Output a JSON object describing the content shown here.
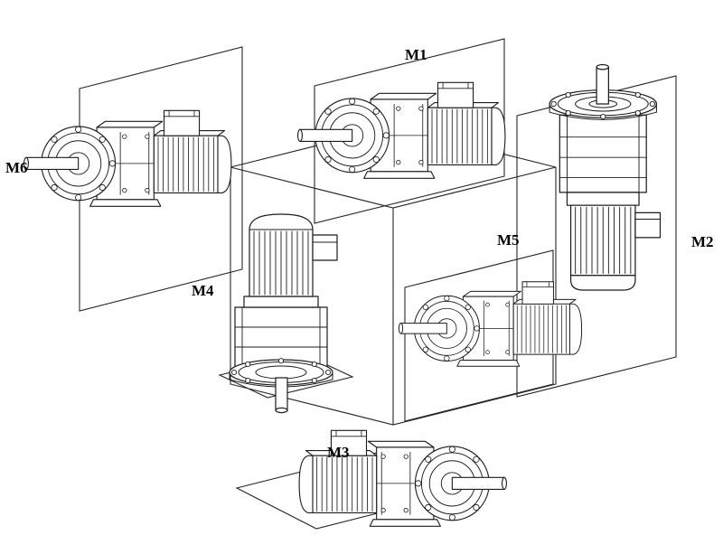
{
  "colors": {
    "line": "#1c1c1c",
    "panel_line": "#262626",
    "background": "#ffffff"
  },
  "labels": {
    "m1": "M1",
    "m2": "M2",
    "m3": "M3",
    "m4": "M4",
    "m5": "M5",
    "m6": "M6"
  },
  "positions": [
    {
      "label": "M1",
      "drawing": "gearmotor-horizontal-output-shaft-left"
    },
    {
      "label": "M2",
      "drawing": "gearmotor-vertical-output-shaft-up"
    },
    {
      "label": "M3",
      "drawing": "gearmotor-horizontal-output-shaft-right"
    },
    {
      "label": "M4",
      "drawing": "gearmotor-vertical-output-shaft-down"
    },
    {
      "label": "M5",
      "drawing": "gearmotor-horizontal-output-shaft-left"
    },
    {
      "label": "M6",
      "drawing": "gearmotor-horizontal-output-shaft-left"
    }
  ]
}
